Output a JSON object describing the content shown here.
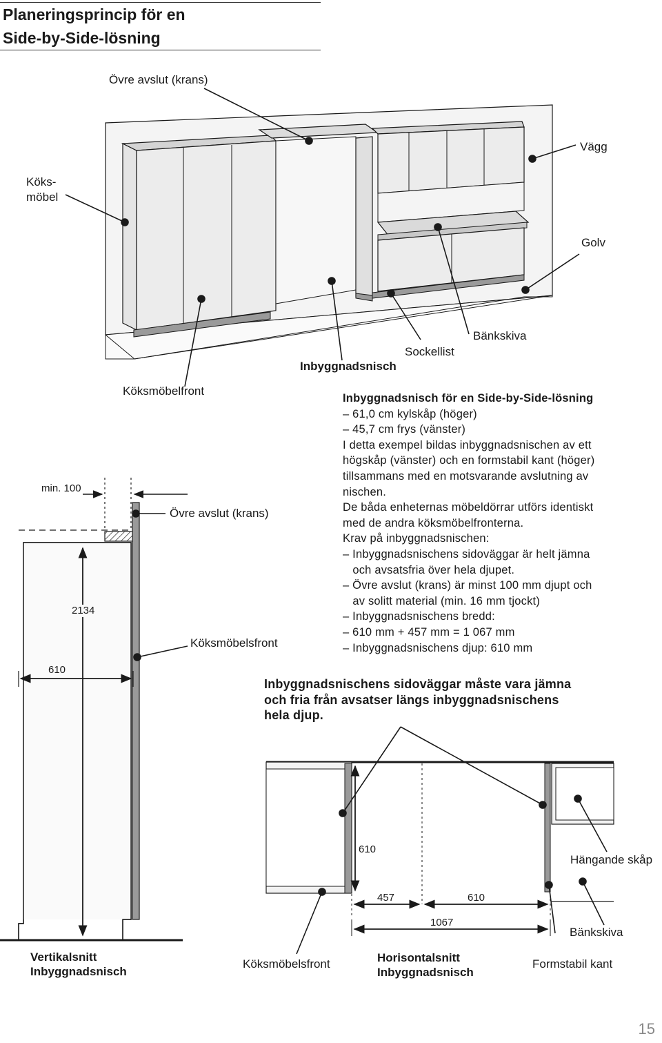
{
  "title": {
    "line1": "Planeringsprincip för en",
    "line2": "Side-by-Side-lösning"
  },
  "perspective": {
    "ovre_avslut": "Övre avslut (krans)",
    "vagg": "Vägg",
    "koksmobel_line1": "Köks-",
    "koksmobel_line2": "möbel",
    "golv": "Golv",
    "bankskiva": "Bänkskiva",
    "sockellist": "Sockellist",
    "inbyggnadsnisch": "Inbyggnadsnisch"
  },
  "vertical_section": {
    "koksmobelfront": "Köksmöbelfront",
    "min_100": "min. 100",
    "ovre_avslut": "Övre avslut (krans)",
    "dim_2134": "2134",
    "koksmobelsfront": "Köksmöbelsfront",
    "dim_610": "610",
    "caption_line1": "Vertikalsnitt",
    "caption_line2": "Inbyggnadsnisch"
  },
  "spec": {
    "heading": "Inbyggnadsnisch för en Side-by-Side-lösning",
    "lines": [
      "– 61,0 cm kylskåp (höger)",
      "– 45,7 cm frys (vänster)",
      "I detta exempel bildas inbyggnadsnischen av ett",
      "högskåp (vänster) och en formstabil kant (höger)",
      "tillsammans med en motsvarande avslutning av",
      "nischen.",
      "De båda enheternas möbeldörrar utförs identiskt",
      "med de andra köksmöbelfronterna.",
      "Krav på inbyggnadsnischen:",
      "– Inbyggnadsnischens sidoväggar är helt jämna",
      "   och avsatsfria över hela djupet.",
      "– Övre avslut (krans) är minst 100 mm djupt och",
      "   av solitt material (min. 16 mm tjockt)",
      "– Inbyggnadsnischens bredd:",
      "– 610 mm + 457 mm = 1 067 mm",
      "– Inbyggnadsnischens djup: 610 mm"
    ]
  },
  "warning": {
    "line1": "Inbyggnadsnischens sidoväggar måste vara jämna",
    "line2": "och fria från avsatser längs inbyggnadsnischens",
    "line3": "hela djup."
  },
  "horizontal_section": {
    "dim_610_depth": "610",
    "hangande_skap": "Hängande skåp",
    "dim_457": "457",
    "dim_610_width": "610",
    "dim_1067": "1067",
    "bankskiva": "Bänkskiva",
    "koksmobelsfront": "Köksmöbelsfront",
    "caption_line1": "Horisontalsnitt",
    "caption_line2": "Inbyggnadsnisch",
    "formstabil_kant": "Formstabil kant"
  },
  "page_number": "15",
  "colors": {
    "panel_fill": "#ececec",
    "panel_dark": "#b5b5b5",
    "wall_fill": "#f2f2f2",
    "line": "#1a1a1a"
  }
}
